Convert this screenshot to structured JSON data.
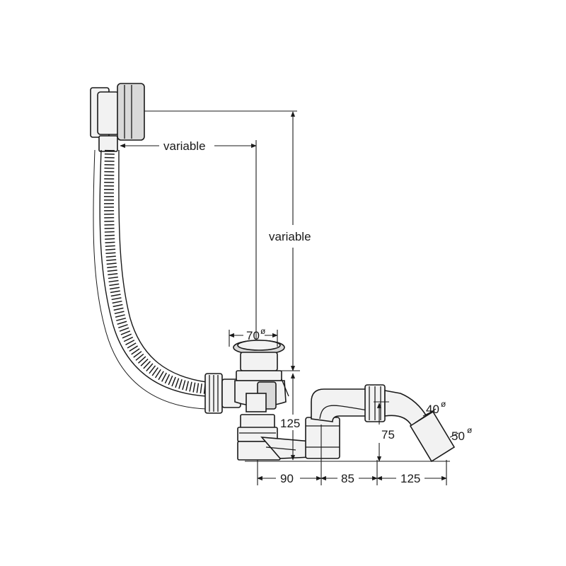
{
  "dimensions": {
    "horizontal_variable": "variable",
    "vertical_variable": "variable",
    "drain_diameter": "70",
    "height_125": "125",
    "height_75": "75",
    "width_90": "90",
    "width_85": "85",
    "width_125": "125",
    "outlet_inner": "40",
    "outlet_outer": "50",
    "diameter_symbol": "ø"
  }
}
